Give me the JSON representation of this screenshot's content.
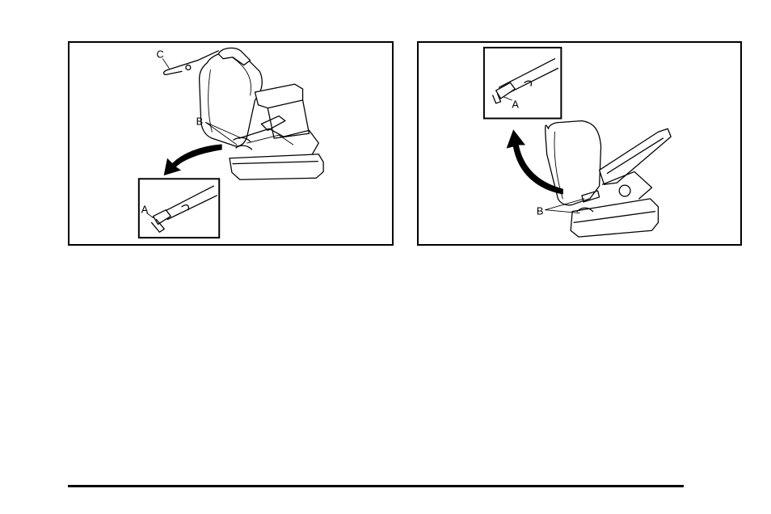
{
  "figures": [
    {
      "id": "seat-folding-forward",
      "callouts": {
        "a": "A",
        "b": "B",
        "c": "C"
      }
    },
    {
      "id": "seat-returning-upright",
      "callouts": {
        "a": "A",
        "b": "B"
      }
    }
  ],
  "colors": {
    "line": "#000000",
    "background": "#ffffff"
  },
  "icons": [
    "curved-arrow-down-icon",
    "curved-arrow-up-icon"
  ]
}
